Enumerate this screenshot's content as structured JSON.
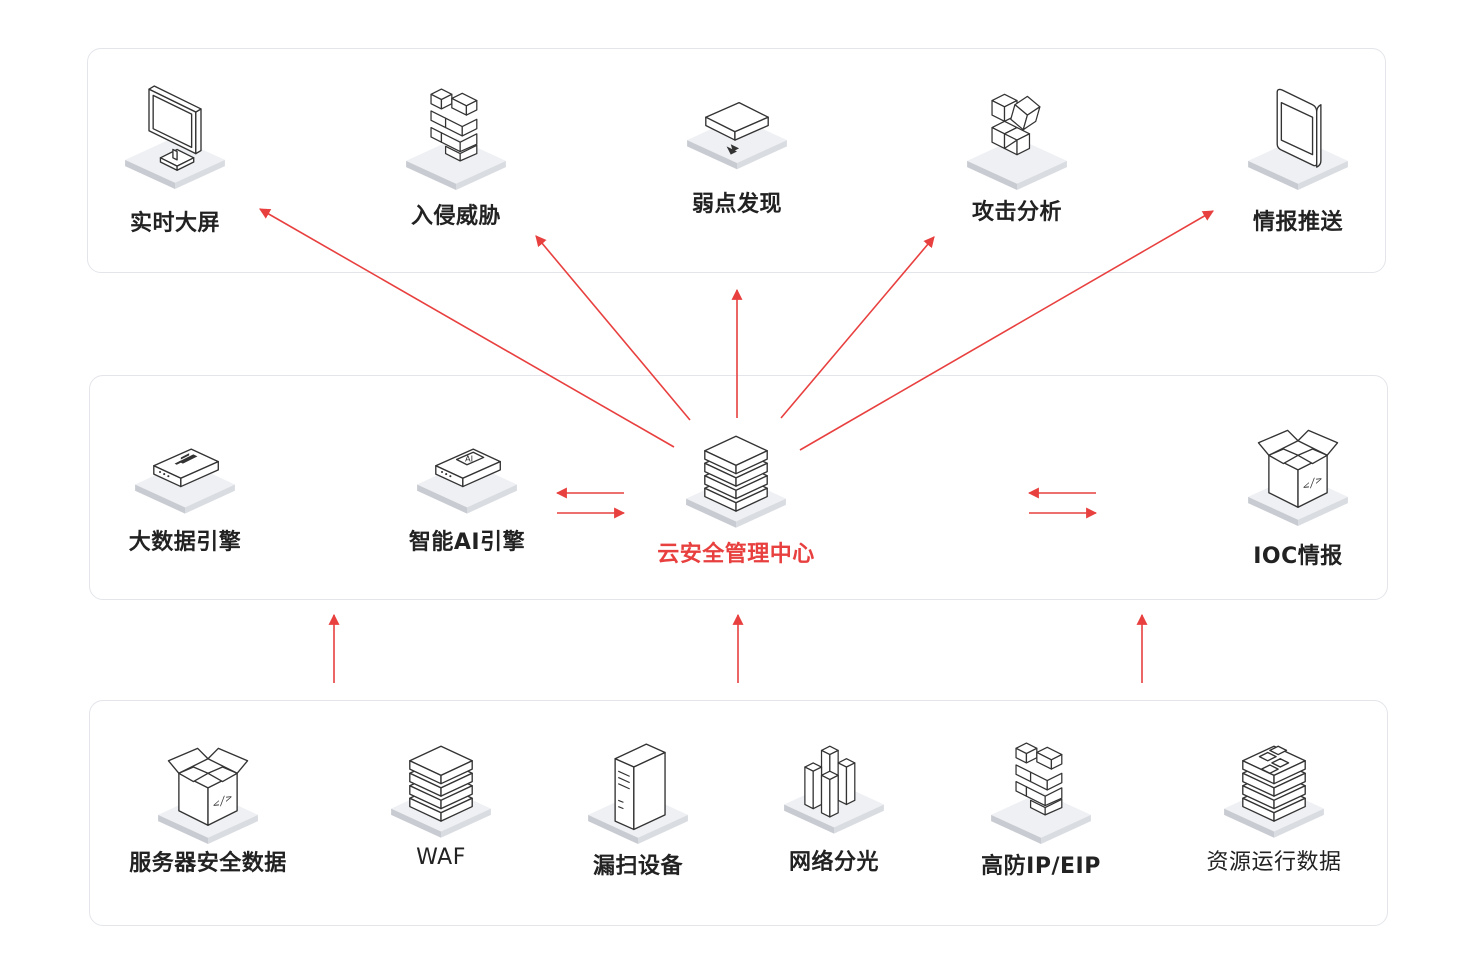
{
  "colors": {
    "accent": "#e8403f",
    "panel_border": "#e3e5ea",
    "icon_stroke": "#333333",
    "platform": "#dcdee3"
  },
  "top_row": [
    {
      "id": "display",
      "label": "实时大屏",
      "icon": "monitor-icon"
    },
    {
      "id": "intrusion",
      "label": "入侵威胁",
      "icon": "brick-wall-icon"
    },
    {
      "id": "vuln",
      "label": "弱点发现",
      "icon": "device-download-icon"
    },
    {
      "id": "attack",
      "label": "攻击分析",
      "icon": "cubes-icon"
    },
    {
      "id": "push",
      "label": "情报推送",
      "icon": "phone-icon"
    }
  ],
  "middle_row": [
    {
      "id": "bigdata",
      "label": "大数据引擎",
      "icon": "server-bars-icon"
    },
    {
      "id": "ai",
      "label": "智能AI引擎",
      "icon": "ai-server-icon",
      "chip": "AI"
    },
    {
      "id": "center",
      "label": "云安全管理中心",
      "icon": "stack-icon"
    },
    {
      "id": "ioc",
      "label": "IOC情报",
      "icon": "code-box-icon",
      "code": "</>"
    }
  ],
  "bottom_row": [
    {
      "id": "server",
      "label": "服务器安全数据",
      "icon": "code-box-icon",
      "code": "</>"
    },
    {
      "id": "waf",
      "label": "WAF",
      "icon": "stack-icon"
    },
    {
      "id": "scan",
      "label": "漏扫设备",
      "icon": "tower-server-icon"
    },
    {
      "id": "netflow",
      "label": "网络分光",
      "icon": "buildings-icon"
    },
    {
      "id": "antiddos",
      "label": "高防IP/EIP",
      "icon": "brick-wall-icon"
    },
    {
      "id": "resource",
      "label": "资源运行数据",
      "icon": "grid-stack-icon"
    }
  ]
}
